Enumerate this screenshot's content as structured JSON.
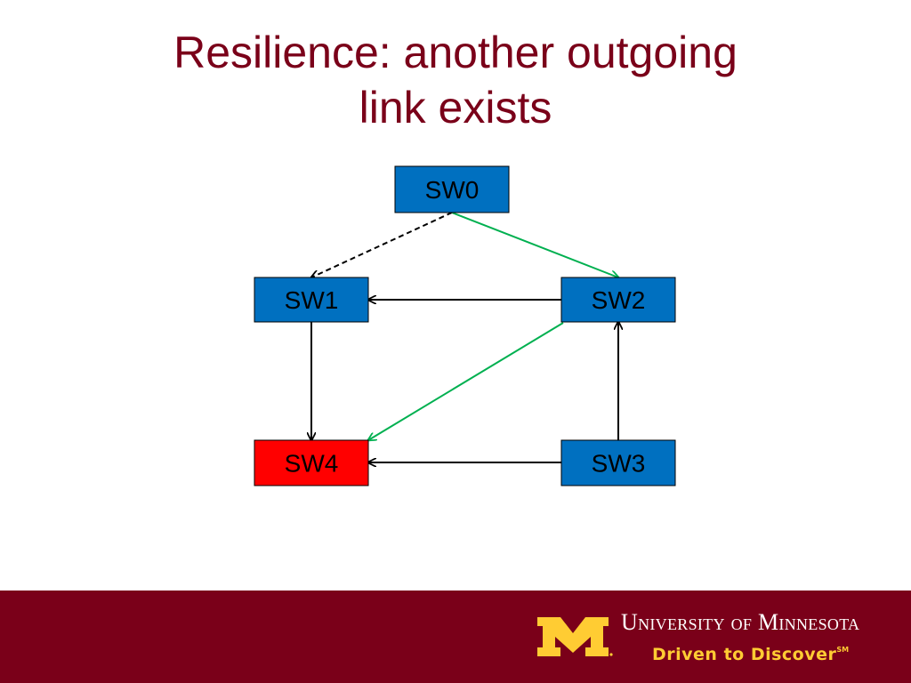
{
  "slide": {
    "title_line1": "Resilience: another outgoing",
    "title_line2": "link exists"
  },
  "colors": {
    "title": "#7a0019",
    "node_fill": "#0070c0",
    "failed_node_fill": "#ff0000",
    "backup_path": "#00b050",
    "edge": "#000000",
    "footer": "#7a0019",
    "tagline": "#ffcc33"
  },
  "diagram": {
    "nodes": [
      {
        "id": "sw0",
        "label": "SW0",
        "status": "normal"
      },
      {
        "id": "sw1",
        "label": "SW1",
        "status": "normal"
      },
      {
        "id": "sw2",
        "label": "SW2",
        "status": "normal"
      },
      {
        "id": "sw3",
        "label": "SW3",
        "status": "normal"
      },
      {
        "id": "sw4",
        "label": "SW4",
        "status": "failed"
      }
    ],
    "edges": [
      {
        "from": "sw0",
        "to": "sw1",
        "style": "dashed"
      },
      {
        "from": "sw0",
        "to": "sw2",
        "style": "backup"
      },
      {
        "from": "sw2",
        "to": "sw1",
        "style": "solid"
      },
      {
        "from": "sw1",
        "to": "sw4",
        "style": "solid"
      },
      {
        "from": "sw2",
        "to": "sw4",
        "style": "backup"
      },
      {
        "from": "sw3",
        "to": "sw2",
        "style": "solid"
      },
      {
        "from": "sw3",
        "to": "sw4",
        "style": "solid"
      }
    ]
  },
  "footer": {
    "university_name": "University of Minnesota",
    "tagline": "Driven to Discover",
    "tagline_mark": "SM",
    "logo_icon": "block-m-logo-icon"
  }
}
